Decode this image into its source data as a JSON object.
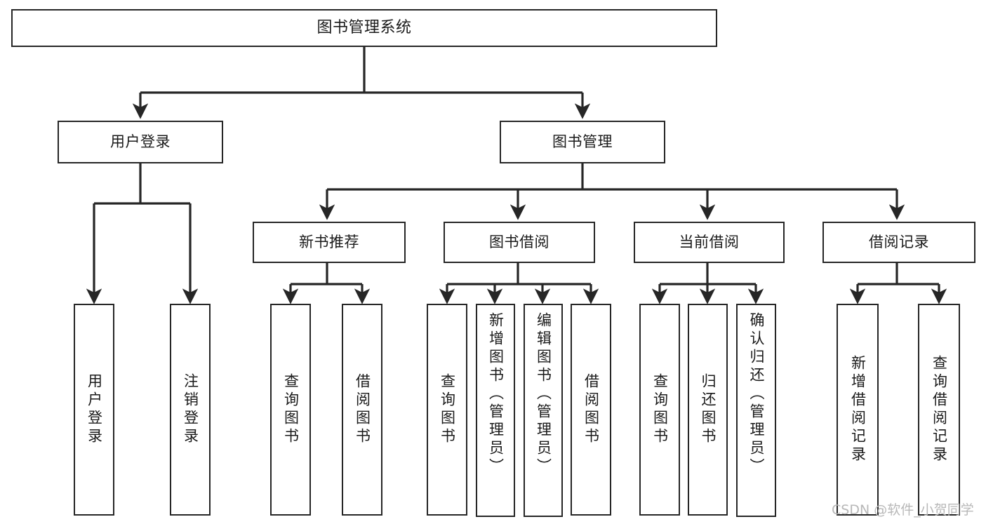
{
  "diagram": {
    "title": "图书管理系统",
    "type": "功能结构图",
    "colors": {
      "box_border": "#262626",
      "box_fill": "#ffffff",
      "edge": "#262626",
      "background": "#ffffff",
      "watermark": "#b8b8b8"
    },
    "nodes": {
      "root": {
        "label": "图书管理系统"
      },
      "level2": [
        {
          "id": "user-login",
          "label": "用户登录"
        },
        {
          "id": "book-manage",
          "label": "图书管理"
        }
      ],
      "level3": [
        {
          "id": "new-book-recommend",
          "label": "新书推荐"
        },
        {
          "id": "book-borrow",
          "label": "图书借阅"
        },
        {
          "id": "current-borrow",
          "label": "当前借阅"
        },
        {
          "id": "borrow-record",
          "label": "借阅记录"
        }
      ],
      "leaves": {
        "user_login": [
          {
            "id": "leaf-user-login",
            "label": "用户登录"
          },
          {
            "id": "leaf-logout-login",
            "label": "注销登录"
          }
        ],
        "new_book_recommend": [
          {
            "id": "leaf-query-book-1",
            "label": "查询图书"
          },
          {
            "id": "leaf-borrow-book-1",
            "label": "借阅图书"
          }
        ],
        "book_borrow": [
          {
            "id": "leaf-query-book-2",
            "label": "查询图书"
          },
          {
            "id": "leaf-add-book",
            "label": "新增图书（管理员）"
          },
          {
            "id": "leaf-edit-book",
            "label": "编辑图书（管理员）"
          },
          {
            "id": "leaf-borrow-book-2",
            "label": "借阅图书"
          }
        ],
        "current_borrow": [
          {
            "id": "leaf-query-book-3",
            "label": "查询图书"
          },
          {
            "id": "leaf-return-book",
            "label": "归还图书"
          },
          {
            "id": "leaf-confirm-return",
            "label": "确认归还（管理员）"
          }
        ],
        "borrow_record": [
          {
            "id": "leaf-add-record",
            "label": "新增借阅记录"
          },
          {
            "id": "leaf-query-record",
            "label": "查询借阅记录"
          }
        ]
      }
    },
    "watermark": "CSDN @软件_小贺同学"
  }
}
